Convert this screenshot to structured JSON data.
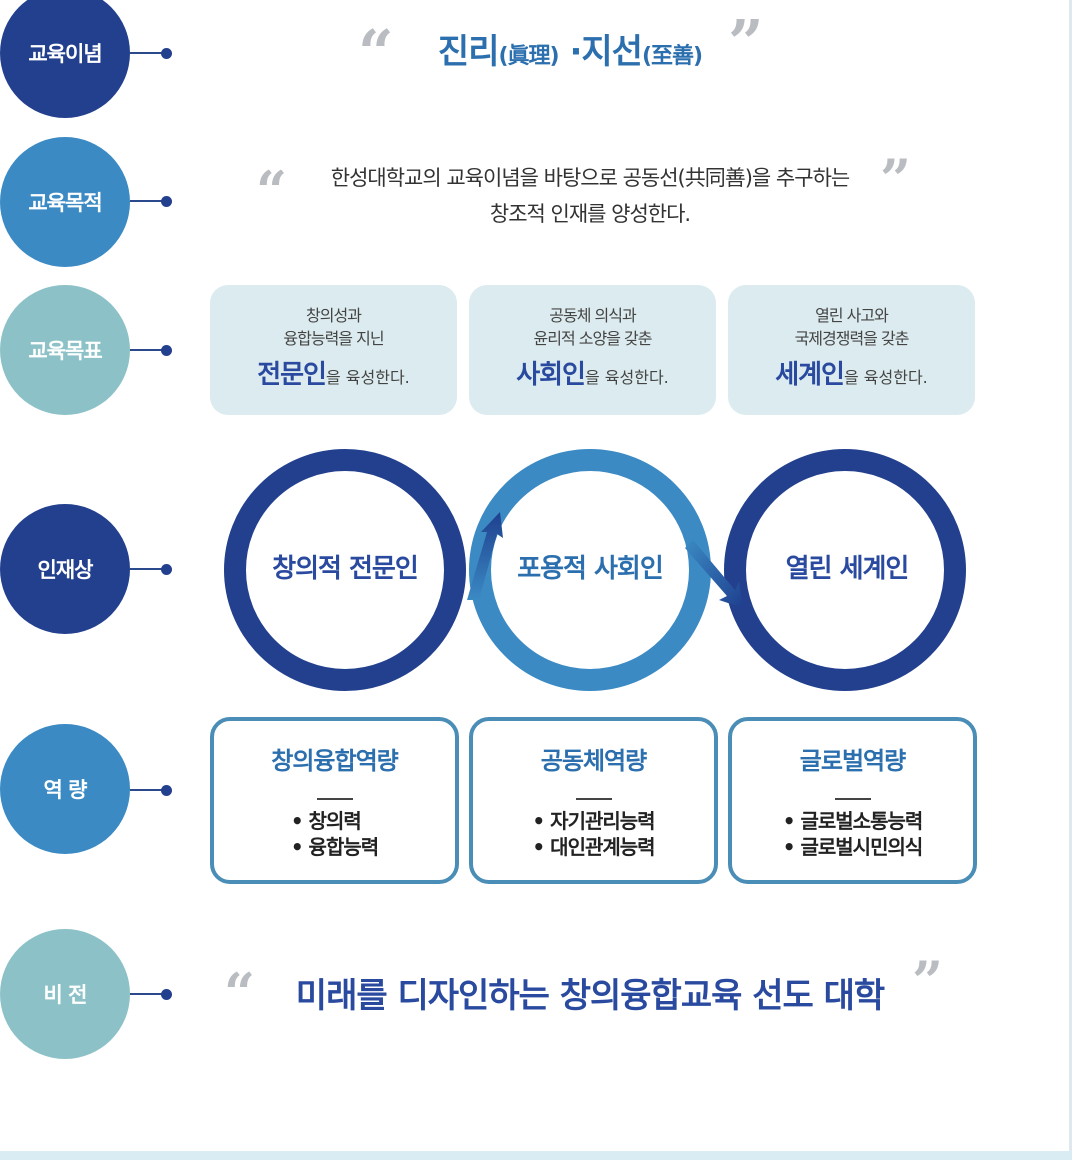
{
  "labels": {
    "philosophy": "교육이념",
    "purpose": "교육목적",
    "goals": "교육목표",
    "talent": "인재상",
    "competency": "역 량",
    "vision": "비 전"
  },
  "philosophy": {
    "part1": "진리",
    "part1_hanja": "(眞理)",
    "separator": "·",
    "part2": "지선",
    "part2_hanja": "(至善)"
  },
  "purpose": {
    "line1": "한성대학교의 교육이념을 바탕으로 공동선(共同善)을 추구하는",
    "line2": "창조적 인재를 양성한다."
  },
  "goals": [
    {
      "line1": "창의성과",
      "line2": "융합능력을 지닌",
      "emphasis": "전문인",
      "suffix": "을 육성한다."
    },
    {
      "line1": "공동체 의식과",
      "line2": "윤리적 소양을 갖춘",
      "emphasis": "사회인",
      "suffix": "을 육성한다."
    },
    {
      "line1": "열린 사고와",
      "line2": "국제경쟁력을 갖춘",
      "emphasis": "세계인",
      "suffix": "을 육성한다."
    }
  ],
  "talents": [
    "창의적 전문인",
    "포용적 사회인",
    "열린 세계인"
  ],
  "competencies": [
    {
      "title": "창의융합역량",
      "items": [
        "• 창의력",
        "• 융합능력"
      ]
    },
    {
      "title": "공동체역량",
      "items": [
        "• 자기관리능력",
        "• 대인관계능력"
      ]
    },
    {
      "title": "글로벌역량",
      "items": [
        "• 글로벌소통능력",
        "• 글로벌시민의식"
      ]
    }
  ],
  "vision": "미래를 디자인하는 창의융합교육 선도 대학",
  "colors": {
    "navy": "#23408e",
    "blue": "#3b8ac4",
    "teal": "#8cc2c7",
    "goal_bg": "#dcebef",
    "border_blue": "#4a8db6"
  },
  "icons": {
    "open_quote": "open-quote-icon",
    "close_quote": "close-quote-icon"
  }
}
